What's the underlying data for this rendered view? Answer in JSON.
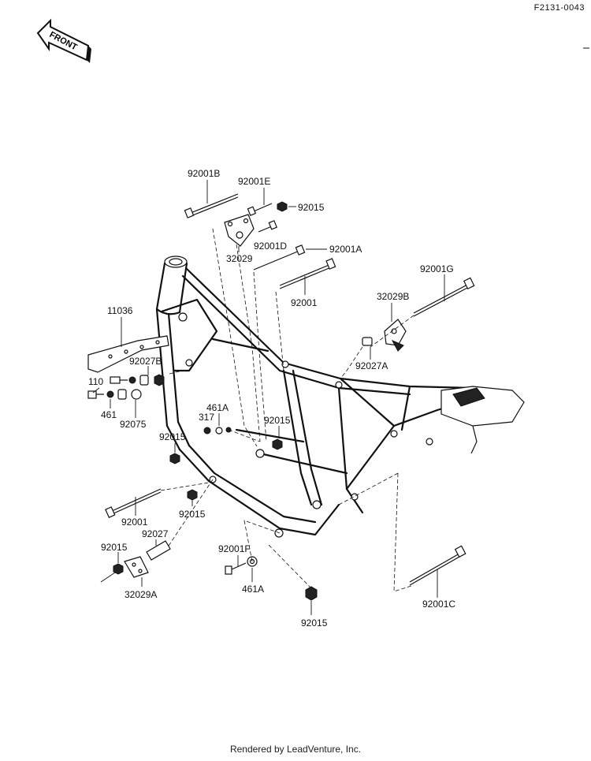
{
  "diagram_code": "F2131-0043",
  "front_label": "FRONT",
  "footer": "Rendered by LeadVenture, Inc.",
  "callouts": {
    "p92001B": "92001B",
    "p92001E": "92001E",
    "p92015_top": "92015",
    "p92001D": "92001D",
    "p32029": "32029",
    "p92001A": "92001A",
    "p92001_upper": "92001",
    "p92001G": "92001G",
    "p32029B": "32029B",
    "p92027A": "92027A",
    "p11036": "11036",
    "p92027B": "92027B",
    "p110": "110",
    "p461": "461",
    "p92075": "92075",
    "p461A_upper": "461A",
    "p317": "317",
    "p92015_mid": "92015",
    "p92015_left": "92015",
    "p92015_lower_left": "92015",
    "p92001_lower": "92001",
    "p92027": "92027",
    "p92015_bottom_left": "92015",
    "p32029A": "32029A",
    "p92001F": "92001F",
    "p461A_lower": "461A",
    "p92015_bottom": "92015",
    "p92001C": "92001C"
  }
}
